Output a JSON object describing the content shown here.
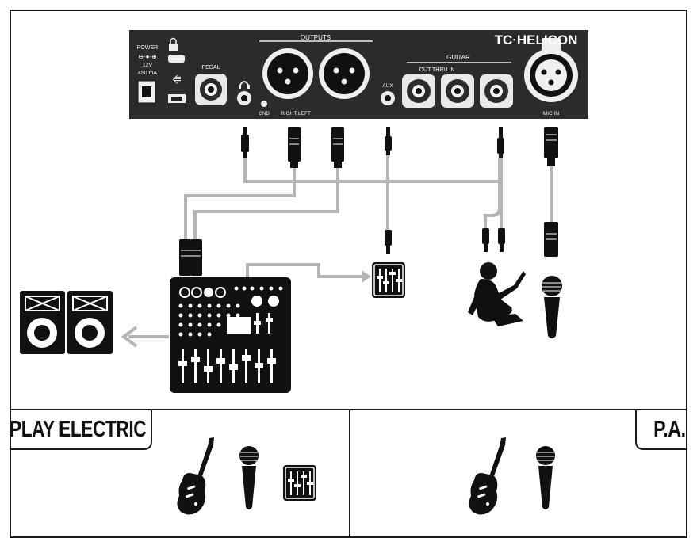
{
  "device": {
    "brand": "TC·HELICON",
    "labels": {
      "power": "POWER",
      "voltage": "12V",
      "current": "450 mA",
      "pedal": "PEDAL",
      "outputs": "OUTPUTS",
      "outputs_sub": "RIGHT LEFT",
      "gnd": "GND",
      "aux": "AUX",
      "guitar": "GUITAR",
      "guitar_sub": "OUT THRU IN",
      "mic_in": "MIC IN"
    }
  },
  "panels": {
    "left_title": "PLAY ELECTRIC",
    "right_title": "P.A."
  },
  "colors": {
    "device": "#2b2b2b",
    "cable": "#b5b5b5",
    "ink": "#111111",
    "border": "#1a1a1a"
  }
}
